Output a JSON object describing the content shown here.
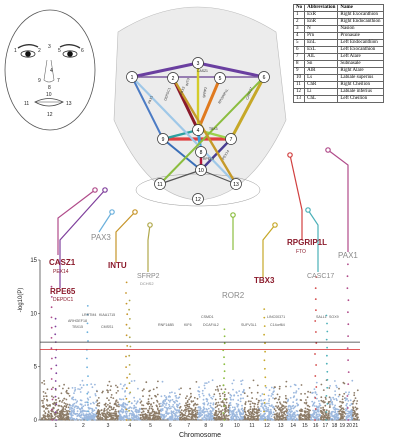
{
  "landmark_table": {
    "headers": [
      "No",
      "Abbreviation",
      "Name"
    ],
    "rows": [
      [
        "1",
        "ExR",
        "Right Exocanthion"
      ],
      [
        "2",
        "EnR",
        "Right Endocanthion"
      ],
      [
        "3",
        "N",
        "Nasion"
      ],
      [
        "4",
        "Prn",
        "Pronasale"
      ],
      [
        "5",
        "EnL",
        "Left Endocanthion"
      ],
      [
        "6",
        "ExL",
        "Left Exocanthion"
      ],
      [
        "7",
        "AlL",
        "Left Alare"
      ],
      [
        "8",
        "Sn",
        "Subnasale"
      ],
      [
        "9",
        "AlR",
        "Right Alare"
      ],
      [
        "10",
        "Ls",
        "Labiale superius"
      ],
      [
        "11",
        "ChR",
        "Right Cheilion"
      ],
      [
        "12",
        "Li",
        "Labiale inferius"
      ],
      [
        "13",
        "ChL",
        "Left Cheilion"
      ]
    ]
  },
  "face_landmarks": [
    "1",
    "2",
    "3",
    "4",
    "5",
    "6",
    "7",
    "8",
    "9",
    "10",
    "11",
    "12",
    "13"
  ],
  "face_mesh_nodes": [
    "1",
    "2",
    "3",
    "4",
    "5",
    "6",
    "7",
    "8",
    "9",
    "10",
    "11",
    "12",
    "13"
  ],
  "edge_labels": [
    "PAX1",
    "PAX3",
    "SFRP2",
    "RPGRIP1L",
    "CASC17",
    "CASZ1",
    "DEPDC1",
    "INTU",
    "PEX14",
    "RPE65",
    "TBX3"
  ],
  "gene_labels": [
    {
      "text": "CASZ1",
      "sub": "PEX14",
      "color": "#8b1a2b"
    },
    {
      "text": "RPE65",
      "sub": "DEPDC1",
      "color": "#8b1a2b"
    },
    {
      "text": "PAX3",
      "sub": "",
      "color": "#8a8a8a"
    },
    {
      "text": "INTU",
      "sub": "",
      "color": "#8b1a2b"
    },
    {
      "text": "SFRP2",
      "sub": "DCHS2",
      "color": "#8a8a8a"
    },
    {
      "text": "ROR2",
      "sub": "",
      "color": "#8a8a8a"
    },
    {
      "text": "TBX3",
      "sub": "",
      "color": "#8b1a2b"
    },
    {
      "text": "RPGRIP1L",
      "sub": "FTO",
      "color": "#8b1a2b"
    },
    {
      "text": "CASC17",
      "sub": "",
      "color": "#8a8a8a"
    },
    {
      "text": "PAX1",
      "sub": "",
      "color": "#8a8a8a"
    }
  ],
  "small_gene_labels": [
    "LRRTM4",
    "ARHGEF18",
    "TBX15",
    "KIAA1715",
    "CMSS1",
    "RNF148B",
    "KIF6",
    "CSMD1",
    "DCAF4L2",
    "SUFV3L1",
    "LINC00371",
    "C14orf64",
    "SALL1",
    "SOX9"
  ],
  "colors": {
    "chrom_odd": "#8c7b67",
    "chrom_even": "#9cb8de",
    "threshold_genomewide": "#d62728",
    "threshold_suggestive": "#333333"
  },
  "chart_data": {
    "type": "scatter",
    "subtype": "manhattan",
    "xlabel": "Chromosome",
    "ylabel": "-log10(P)",
    "ylim": [
      0,
      15
    ],
    "yticks": [
      0,
      5,
      10,
      15
    ],
    "chromosome_ticks": [
      "1",
      "2",
      "3",
      "4",
      "5",
      "6",
      "7",
      "8",
      "9",
      "10",
      "11",
      "12",
      "13",
      "14",
      "15",
      "16",
      "17",
      "18",
      "19",
      "20",
      "21"
    ],
    "thresholds": [
      {
        "name": "suggestive",
        "y": 7.3
      },
      {
        "name": "significant",
        "y": 6.6
      }
    ],
    "peaks": [
      {
        "gene": "CASZ1",
        "chr": 1,
        "y": 12.5
      },
      {
        "gene": "RPE65",
        "chr": 1,
        "y": 9.5
      },
      {
        "gene": "PAX3",
        "chr": 2,
        "y": 10.7
      },
      {
        "gene": "INTU",
        "chr": 4,
        "y": 12.9
      },
      {
        "gene": "SFRP2",
        "chr": 4,
        "y": 11.2
      },
      {
        "gene": "ROR2",
        "chr": 9,
        "y": 8.5
      },
      {
        "gene": "TBX3",
        "chr": 12,
        "y": 10.4
      },
      {
        "gene": "RPGRIP1L",
        "chr": 16,
        "y": 13.4
      },
      {
        "gene": "CASC17",
        "chr": 17,
        "y": 9.8
      },
      {
        "gene": "PAX1",
        "chr": 20,
        "y": 14.6
      }
    ],
    "grid": false
  }
}
